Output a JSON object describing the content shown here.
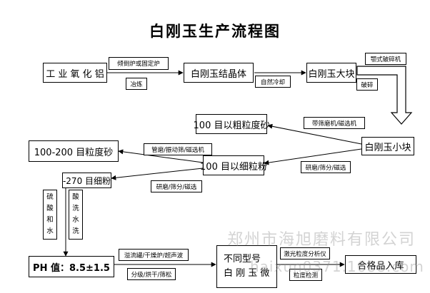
{
  "title": "白刚玉生产流程图",
  "nodes": {
    "alumina": "工 业 氧 化 铝",
    "crystal": "白刚玉结晶体",
    "large_block": "白刚玉大块",
    "small_block": "白刚玉小块",
    "coarse_grit": "100 目以粗粒度砂",
    "fine_powder": "100 目以细粒粉",
    "grit_100_200": "100-200 目粒度砂",
    "fine_270": "-270 目细粉",
    "ph": "PH 值：8.5±1.5",
    "micro_line1": "不同型号",
    "micro_line2": "白 刚 玉 微",
    "qualified": "合格品入库"
  },
  "labels": {
    "furnace": "倾倒炉或固定炉",
    "smelting": "冶炼",
    "natural_cooling": "自然冷却",
    "jaw_crusher": "颚式破碎机",
    "crushing": "破碎",
    "belt_mill": "带筛磨机/磁选机",
    "mill_screen_sep_a": "管磨/振动筛/磁选机",
    "grind_screen_sep_a": "研磨/筛分/磁选",
    "grind_screen_sep_b": "研磨/筛分/磁选",
    "sulfuric_acid": [
      "硫",
      "酸",
      "和",
      "水"
    ],
    "acid_wash": [
      "酸",
      "洗",
      "水",
      "洗"
    ],
    "overflow": "溢流罐/干燥炉/超声波",
    "classify": "分级/烘干/筛松",
    "laser": "激光粒度分析仪",
    "size_check": "粒度检测"
  },
  "watermark": {
    "line1": "郑州市海旭磨料有限公司",
    "line2": "haixun0371.1688.com"
  }
}
